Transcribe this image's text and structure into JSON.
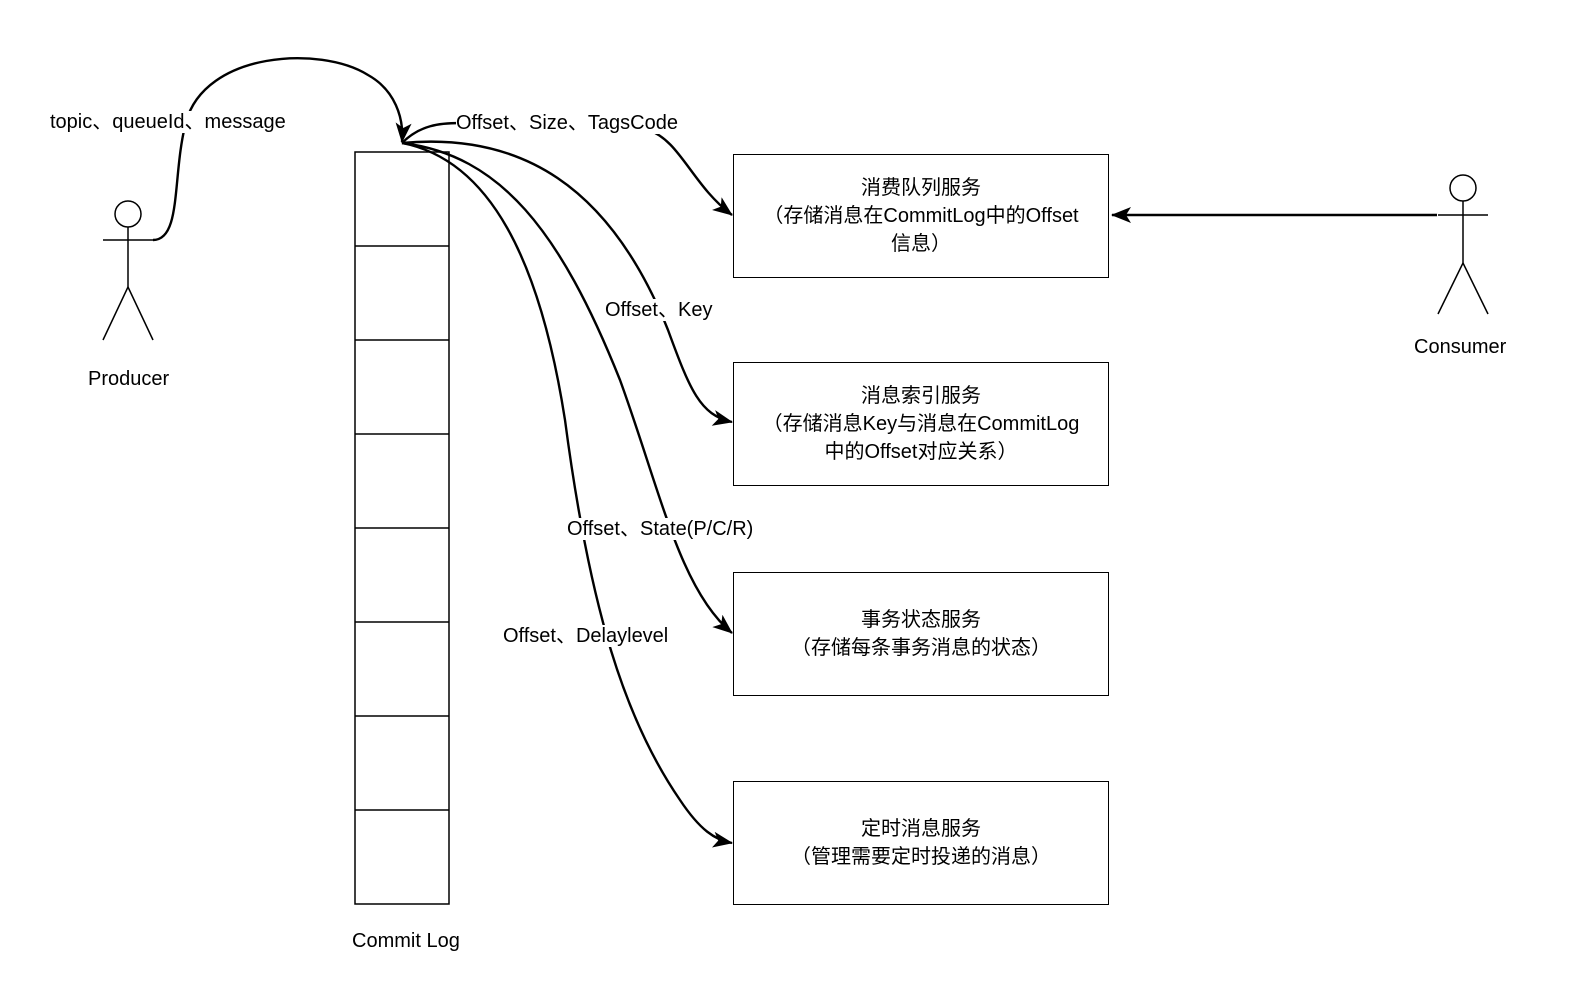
{
  "producer": {
    "label": "Producer"
  },
  "consumer": {
    "label": "Consumer"
  },
  "commit_log": {
    "label": "Commit Log",
    "cells": 8
  },
  "flows": {
    "producer_to_log": "topic、queueId、message",
    "to_consume_queue": "Offset、Size、TagsCode",
    "to_index": "Offset、Key",
    "to_transaction": "Offset、State(P/C/R)",
    "to_schedule": "Offset、Delaylevel"
  },
  "services": {
    "consume_queue": {
      "title": "消费队列服务",
      "line2": "（存储消息在CommitLog中的Offset",
      "line3": "信息）"
    },
    "index": {
      "title": "消息索引服务",
      "line2": "（存储消息Key与消息在CommitLog",
      "line3": "中的Offset对应关系）"
    },
    "transaction": {
      "title": "事务状态服务",
      "line2": "（存储每条事务消息的状态）"
    },
    "schedule": {
      "title": "定时消息服务",
      "line2": "（管理需要定时投递的消息）"
    }
  }
}
